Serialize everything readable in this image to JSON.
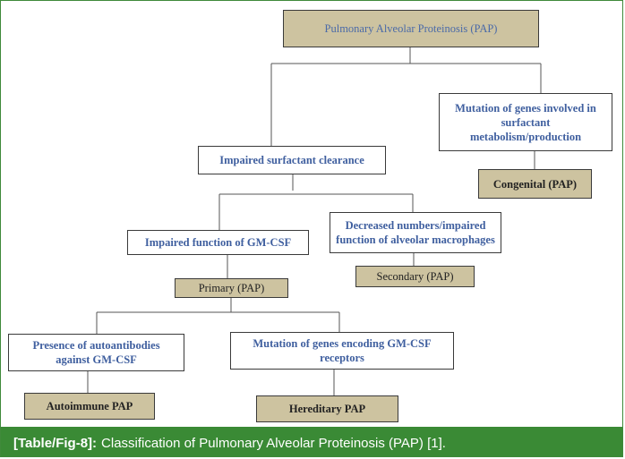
{
  "nodes": {
    "root": "Pulmonary Alveolar Proteinosis (PAP)",
    "impaired_clearance": "Impaired surfactant clearance",
    "mutation_surfactant": "Mutation of genes involved in surfactant metabolism/production",
    "congenital": "Congenital (PAP)",
    "impaired_gmcsf": "Impaired function of GM-CSF",
    "decreased_macrophages": "Decreased numbers/impaired function of alveolar macrophages",
    "secondary": "Secondary (PAP)",
    "primary": "Primary (PAP)",
    "autoantibodies": "Presence of autoantibodies against GM-CSF",
    "mutation_receptors": "Mutation of genes encoding GM-CSF receptors",
    "autoimmune": "Autoimmune PAP",
    "hereditary": "Hereditary PAP"
  },
  "caption": {
    "label": "[Table/Fig-8]:",
    "text": "Classification of Pulmonary Alveolar Proteinosis (PAP) [1]."
  },
  "colors": {
    "caption_bg": "#3a8a35",
    "tan_box": "#cdc3a0",
    "blue_text": "#3f5f9f"
  }
}
